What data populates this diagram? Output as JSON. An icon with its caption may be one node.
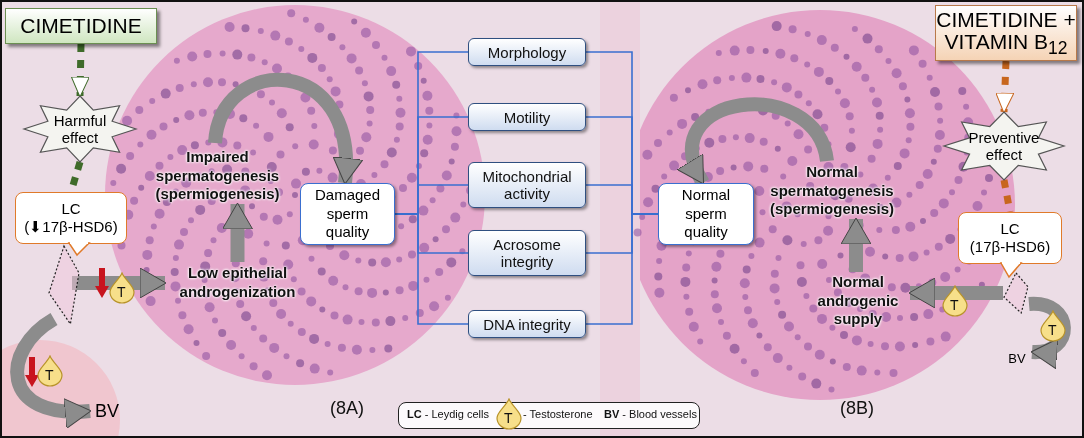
{
  "diagram": {
    "nodes": [
      {
        "text": [
          "CIMETIDINE"
        ]
      },
      {
        "text": [
          "Harmful effect"
        ]
      },
      {
        "text": [
          "LC",
          "(⬇17β-HSD6)"
        ]
      },
      {
        "text": [],
        "shape": "cell"
      },
      {
        "text": [
          "Impaired spermatogenesis (spermiogenesis)"
        ]
      },
      {
        "text": [
          "Low epithelial androgenization"
        ]
      },
      {
        "text": [
          "Damaged sperm quality"
        ]
      },
      {
        "text": [
          "BV"
        ]
      },
      {
        "text": [
          "Morphology"
        ]
      },
      {
        "text": [
          "Motility"
        ]
      },
      {
        "text": [
          "Mitochondrial activity"
        ]
      },
      {
        "text": [
          "Acrosome integrity"
        ]
      },
      {
        "text": [
          "DNA integrity"
        ]
      },
      {
        "text": [
          "Normal sperm quality"
        ]
      },
      {
        "text": [
          "Normal spermatogenesis (spermiogenesis)"
        ]
      },
      {
        "text": [
          "Normal androgenic supply"
        ]
      },
      {
        "text": [
          "CIMETIDINE + VITAMIN B$_{12}$"
        ]
      },
      {
        "text": [
          "Preventive effect"
        ]
      },
      {
        "text": [
          "LC",
          "(17β-HSD6)"
        ]
      },
      {
        "text": [],
        "shape": "cell"
      },
      {
        "text": [
          "BV"
        ]
      }
    ],
    "edges": [
      {
        "from": 0,
        "to": 1,
        "arrow": "to",
        "style": "dashed",
        "color": "#3f6b2a"
      },
      {
        "from": 1,
        "to": 2,
        "arrow": "none",
        "style": "dashed",
        "color": "#3f6b2a"
      },
      {
        "from": 3,
        "to": 5,
        "arrow": "to",
        "style": "thick"
      },
      {
        "from": 3,
        "to": 7,
        "arrow": "to",
        "style": "thick"
      },
      {
        "from": 5,
        "to": 4,
        "arrow": "to",
        "style": "thick"
      },
      {
        "from": 4,
        "to": 6,
        "arrow": "to",
        "style": "thick"
      },
      {
        "from": 6,
        "to": 8,
        "arrow": "none",
        "color": "#3a6fd0"
      },
      {
        "from": 6,
        "to": 9,
        "arrow": "none",
        "color": "#3a6fd0"
      },
      {
        "from": 6,
        "to": 10,
        "arrow": "none",
        "color": "#3a6fd0"
      },
      {
        "from": 6,
        "to": 11,
        "arrow": "none",
        "color": "#3a6fd0"
      },
      {
        "from": 6,
        "to": 12,
        "arrow": "none",
        "color": "#3a6fd0"
      },
      {
        "from": 8,
        "to": 13,
        "arrow": "none",
        "color": "#3a6fd0"
      },
      {
        "from": 9,
        "to": 13,
        "arrow": "none",
        "color": "#3a6fd0"
      },
      {
        "from": 10,
        "to": 13,
        "arrow": "none",
        "color": "#3a6fd0"
      },
      {
        "from": 11,
        "to": 13,
        "arrow": "none",
        "color": "#3a6fd0"
      },
      {
        "from": 12,
        "to": 13,
        "arrow": "none",
        "color": "#3a6fd0"
      },
      {
        "from": 14,
        "to": 13,
        "arrow": "to",
        "style": "thick"
      },
      {
        "from": 15,
        "to": 14,
        "arrow": "to",
        "style": "thick"
      },
      {
        "from": 19,
        "to": 15,
        "arrow": "to",
        "style": "thick"
      },
      {
        "from": 19,
        "to": 20,
        "arrow": "to",
        "style": "thick"
      },
      {
        "from": 16,
        "to": 17,
        "arrow": "to",
        "style": "dashed",
        "color": "#c8661e"
      },
      {
        "from": 17,
        "to": 18,
        "arrow": "none",
        "style": "dashed",
        "color": "#c8661e"
      }
    ],
    "labels": [
      "T",
      "T",
      "(8A)",
      "T",
      "T",
      "(8B)",
      "T"
    ],
    "legend": [
      {
        "text": "**LC** - Leydig cells"
      },
      {
        "text": "- Testosterone"
      },
      {
        "text": "**BV** - Blood vessels"
      }
    ]
  }
}
